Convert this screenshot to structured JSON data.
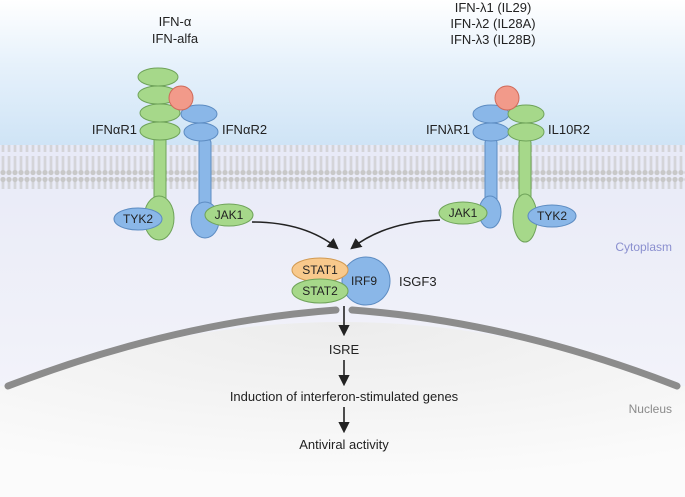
{
  "ligands": {
    "alpha": [
      "IFN-α",
      "IFN-alfa"
    ],
    "lambda": [
      "IFN-λ1 (IL29)",
      "IFN-λ2 (IL28A)",
      "IFN-λ3 (IL28B)"
    ]
  },
  "receptors": {
    "ifnar1": "IFNαR1",
    "ifnar2": "IFNαR2",
    "ifnlr1": "IFNλR1",
    "il10r2": "IL10R2"
  },
  "kinases": {
    "tyk2_left": "TYK2",
    "jak1_left": "JAK1",
    "jak1_right": "JAK1",
    "tyk2_right": "TYK2"
  },
  "complex": {
    "stat1": "STAT1",
    "stat2": "STAT2",
    "irf9": "IRF9",
    "name": "ISGF3"
  },
  "regions": {
    "cytoplasm": "Cytoplasm",
    "nucleus": "Nucleus"
  },
  "steps": {
    "isre": "ISRE",
    "induction": "Induction of interferon-stimulated genes",
    "antiviral": "Antiviral activity"
  },
  "colors": {
    "green": "#a6d88a",
    "blue": "#8ab7e8",
    "ligand": "#f29a8a",
    "stat1": "#f8c98c",
    "cytoplasm_label": "#8a8fcf",
    "nucleus_label": "#8a8a8a"
  }
}
